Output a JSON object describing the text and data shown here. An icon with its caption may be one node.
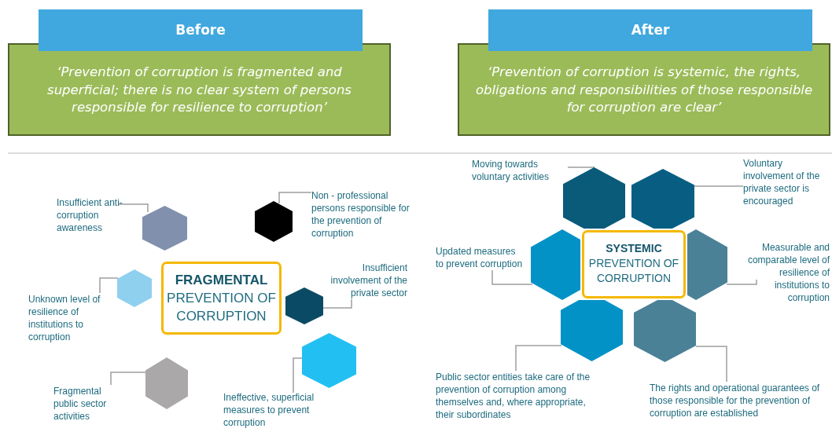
{
  "diagram": {
    "nodes": [
      {
        "text": [
          "Before"
        ]
      },
      {
        "text": [
          "‘Prevention of corruption is fragmented and superficial; there is no clear system of persons responsible for resilience to corruption’"
        ]
      },
      {
        "text": [
          "After"
        ]
      },
      {
        "text": [
          "‘Prevention of corruption is systemic, the rights, obligations and responsibilities of those responsible for corruption are clear’"
        ]
      },
      {
        "text": [
          "**FRAGMENTAL** PREVENTION OF CORRUPTION"
        ]
      },
      {
        "text": [
          "Insufficient anti-corruption awareness"
        ]
      },
      {
        "text": [],
        "shape": "hexagon"
      },
      {
        "text": [
          "Non - professional persons responsible for the prevention of corruption"
        ]
      },
      {
        "text": [],
        "shape": "hexagon"
      },
      {
        "text": [
          "Unknown level of resilience of institutions to corruption"
        ]
      },
      {
        "text": [],
        "shape": "hexagon"
      },
      {
        "text": [
          "Insufficient involvement of the private sector"
        ]
      },
      {
        "text": [],
        "shape": "hexagon"
      },
      {
        "text": [
          "Fragmental public sector activities"
        ]
      },
      {
        "text": [],
        "shape": "hexagon"
      },
      {
        "text": [
          "Ineffective, superficial measures to prevent corruption"
        ]
      },
      {
        "text": [],
        "shape": "hexagon"
      },
      {
        "text": [
          "**SYSTEMIC** PREVENTION OF CORRUPTION"
        ]
      },
      {
        "text": [
          "Moving towards voluntary activities"
        ]
      },
      {
        "text": [],
        "shape": "hexagon"
      },
      {
        "text": [
          "Voluntary involvement of the private sector is encouraged"
        ]
      },
      {
        "text": [],
        "shape": "hexagon"
      },
      {
        "text": [
          "Updated measures to prevent corruption"
        ]
      },
      {
        "text": [],
        "shape": "hexagon"
      },
      {
        "text": [
          "Measurable and comparable level of resilience of institutions to corruption"
        ]
      },
      {
        "text": [],
        "shape": "hexagon"
      },
      {
        "text": [
          "Public sector entities take care of the prevention of corruption among themselves and, where appropriate, their subordinates"
        ]
      },
      {
        "text": [],
        "shape": "hexagon"
      },
      {
        "text": [
          "The rights and operational guarantees of those responsible for the prevention of corruption are established"
        ]
      },
      {
        "text": [],
        "shape": "hexagon"
      }
    ],
    "edges": [
      {
        "from": 5,
        "to": 6,
        "arrow": "none"
      },
      {
        "from": 7,
        "to": 8,
        "arrow": "none"
      },
      {
        "from": 9,
        "to": 10,
        "arrow": "none"
      },
      {
        "from": 11,
        "to": 12,
        "arrow": "none"
      },
      {
        "from": 13,
        "to": 14,
        "arrow": "none"
      },
      {
        "from": 15,
        "to": 16,
        "arrow": "none"
      },
      {
        "from": 18,
        "to": 19,
        "arrow": "none"
      },
      {
        "from": 20,
        "to": 21,
        "arrow": "none"
      },
      {
        "from": 22,
        "to": 23,
        "arrow": "none"
      },
      {
        "from": 24,
        "to": 25,
        "arrow": "none"
      },
      {
        "from": 26,
        "to": 27,
        "arrow": "none"
      },
      {
        "from": 28,
        "to": 29,
        "arrow": "none"
      }
    ]
  }
}
